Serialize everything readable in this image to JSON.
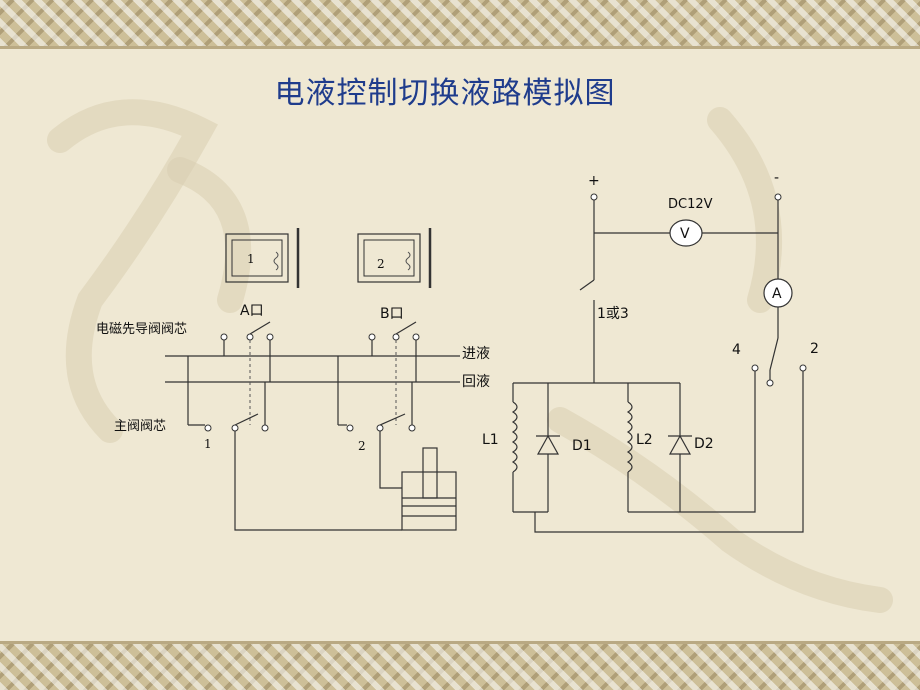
{
  "title": "电液控制切换液路模拟图",
  "diagram": {
    "coil1": "1",
    "coil2": "2",
    "port_a": "A口",
    "port_b": "B口",
    "pilot_core": "电磁先导阀阀芯",
    "main_core": "主阀阀芯",
    "inlet": "进液",
    "return": "回液",
    "main_num1": "1",
    "main_num2": "2",
    "plus": "+",
    "minus": "-",
    "voltage": "DC12V",
    "voltmeter": "V",
    "ammeter": "A",
    "switch_label": "1或3",
    "pos4": "4",
    "pos2": "2",
    "l1": "L1",
    "d1": "D1",
    "l2": "L2",
    "d2": "D2"
  },
  "colors": {
    "title": "#1f3c8c",
    "background": "#efe8d3",
    "border": "#cdbf98"
  }
}
